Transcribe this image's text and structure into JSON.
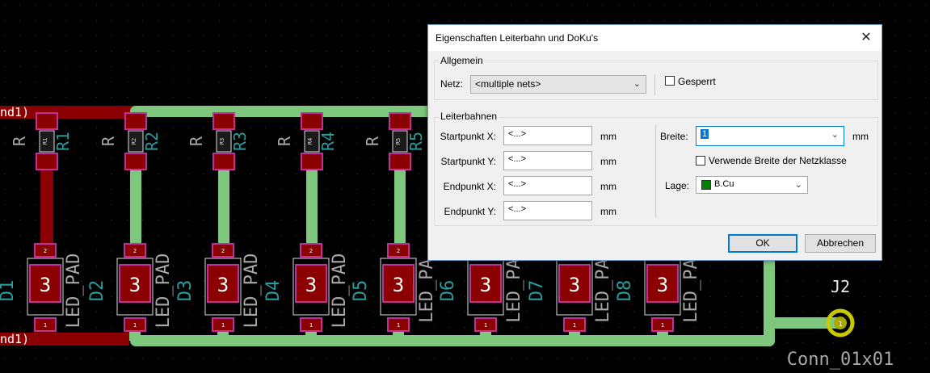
{
  "pcb": {
    "net_label_top": "nd1)",
    "net_label_bottom": "nd1)",
    "resistors": [
      {
        "designator": "R1",
        "value": "R",
        "pad_text": "R1"
      },
      {
        "designator": "R2",
        "value": "R",
        "pad_text": "R2"
      },
      {
        "designator": "R3",
        "value": "R",
        "pad_text": "R3"
      },
      {
        "designator": "R4",
        "value": "R",
        "pad_text": "R4"
      },
      {
        "designator": "R5",
        "value": "R",
        "pad_text": "R5"
      }
    ],
    "leds": [
      {
        "designator": "D1",
        "value": "LED_PAD"
      },
      {
        "designator": "D2",
        "value": "LED_PAD"
      },
      {
        "designator": "D3",
        "value": "LED_PAD"
      },
      {
        "designator": "D4",
        "value": "LED_PAD"
      },
      {
        "designator": "D5",
        "value": "LED_PA"
      },
      {
        "designator": "D6",
        "value": "LED_PA"
      },
      {
        "designator": "D7",
        "value": "LED_PA"
      },
      {
        "designator": "D8",
        "value": "LED_PA"
      }
    ],
    "led_pad_mark": "3",
    "pad_num_top": "2",
    "pad_num_bottom": "1",
    "connector": {
      "designator": "J2",
      "value": "Conn_01x01",
      "pad": "1"
    },
    "colors": {
      "trace_front": "#8b0000",
      "trace_back": "#7dc87d",
      "designator": "#2a9c9c",
      "value_text": "#a8a8a8",
      "pad": "#8b0000",
      "connector_pad": "#c8c800"
    }
  },
  "dialog": {
    "title": "Eigenschaften Leiterbahn und DoKu's",
    "general": {
      "group_label": "Allgemein",
      "net_label": "Netz:",
      "net_value": "<multiple nets>",
      "locked_label": "Gesperrt"
    },
    "tracks": {
      "group_label": "Leiterbahnen",
      "start_x_label": "Startpunkt X:",
      "start_x_value": "<...>",
      "start_y_label": "Startpunkt Y:",
      "start_y_value": "<...>",
      "end_x_label": "Endpunkt X:",
      "end_x_value": "<...>",
      "end_y_label": "Endpunkt Y:",
      "end_y_value": "<...>",
      "unit": "mm",
      "width_label": "Breite:",
      "width_value": "1",
      "width_unit": "mm",
      "use_netclass_label": "Verwende Breite der Netzklasse",
      "layer_label": "Lage:",
      "layer_value": "B.Cu",
      "layer_color": "#008000"
    },
    "ok_label": "OK",
    "cancel_label": "Abbrechen"
  }
}
